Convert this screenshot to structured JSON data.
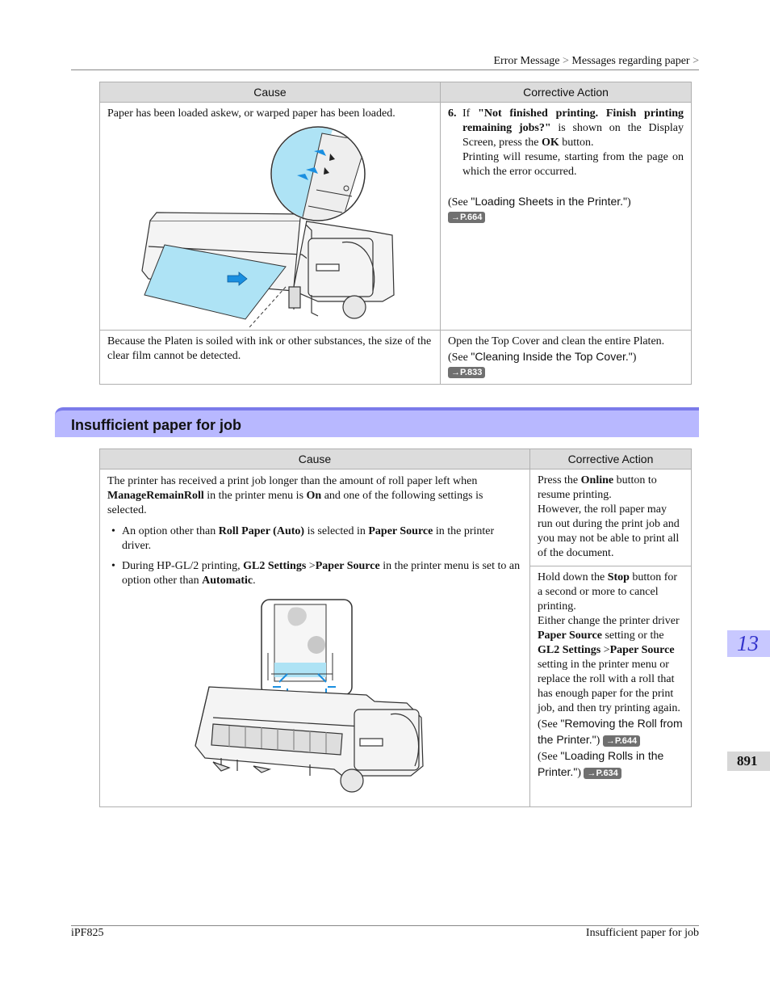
{
  "header": {
    "crumb1": "Error Message",
    "crumb_sep": ">",
    "crumb2": "Messages regarding paper",
    "crumb_end": ">"
  },
  "table1": {
    "col_cause": "Cause",
    "col_action": "Corrective Action",
    "row1": {
      "cause": "Paper has been loaded askew, or warped paper has been loaded.",
      "step_number": "6.",
      "step_text_1": "If ",
      "step_bold": "\"Not finished printing. Finish printing remaining jobs?\"",
      "step_text_2": " is shown on the Display Screen, press the ",
      "step_ok": "OK",
      "step_text_3": " button.",
      "step_text_4": "Printing will resume, starting from the page on which the error occurred.",
      "see_prefix": "(See ",
      "see_link": "\"Loading Sheets in the Printer.\"",
      "see_suffix": ")",
      "page_ref": "→P.664"
    },
    "row2": {
      "cause": "Because the Platen is soiled with ink or other substances, the size of the clear film cannot be detected.",
      "action": "Open the Top Cover and clean the entire Platen.",
      "see_prefix": "(See ",
      "see_link": "\"Cleaning Inside the Top Cover.\"",
      "see_suffix": ")",
      "page_ref": "→P.833"
    }
  },
  "section": {
    "title": "Insufficient paper for job"
  },
  "table2": {
    "col_cause": "Cause",
    "col_action": "Corrective Action",
    "cause_intro_1": "The printer has received a print job longer than the amount of roll paper left when ",
    "cause_intro_bold1": "ManageRemainRoll",
    "cause_intro_2": " in the printer menu is ",
    "cause_intro_bold2": "On",
    "cause_intro_3": " and one of the following settings is selected.",
    "bullet1_1": "An option other than ",
    "bullet1_b1": "Roll Paper (Auto)",
    "bullet1_2": " is selected in ",
    "bullet1_b2": "Paper Source",
    "bullet1_3": " in the printer driver.",
    "bullet2_1": "During HP-GL/2 printing, ",
    "bullet2_b1": "GL2 Settings",
    "bullet2_2": " >",
    "bullet2_b2": "Paper Source",
    "bullet2_3": " in the printer menu is set to an option other than ",
    "bullet2_b3": "Automatic",
    "bullet2_4": ".",
    "action1_1": "Press the ",
    "action1_b": "Online",
    "action1_2": " button to resume printing.",
    "action1_3": "However, the roll paper may run out during the print job and you may not be able to print all of the document.",
    "action2_1": "Hold down the ",
    "action2_b1": "Stop",
    "action2_2": " button for a second or more to cancel printing.",
    "action2_3": "Either change the printer driver ",
    "action2_b2": "Paper Source",
    "action2_4": " setting or the ",
    "action2_b3": "GL2 Settings",
    "action2_5": " >",
    "action2_b4": "Paper Source",
    "action2_6": " setting in the printer menu or replace the roll with a roll that has enough paper for the print job, and then try printing again.",
    "see1_prefix": "(See ",
    "see1_link": "\"Removing the Roll from the Printer.\"",
    "see1_suffix": ")",
    "see1_ref": "→P.644",
    "see2_prefix": "(See ",
    "see2_link": "\"Loading Rolls in the Printer.\"",
    "see2_suffix": ")",
    "see2_ref": "→P.634"
  },
  "side": {
    "chapter": "13",
    "page": "891"
  },
  "footer": {
    "model": "iPF825",
    "topic": "Insufficient paper for job"
  },
  "colors": {
    "section_bar": "#b8b8ff",
    "section_bar_top": "#7b7bea",
    "chapter_tab": "#c8c8ff",
    "paper_blue": "#aee3f5",
    "arrow_blue": "#1a8fe0"
  }
}
